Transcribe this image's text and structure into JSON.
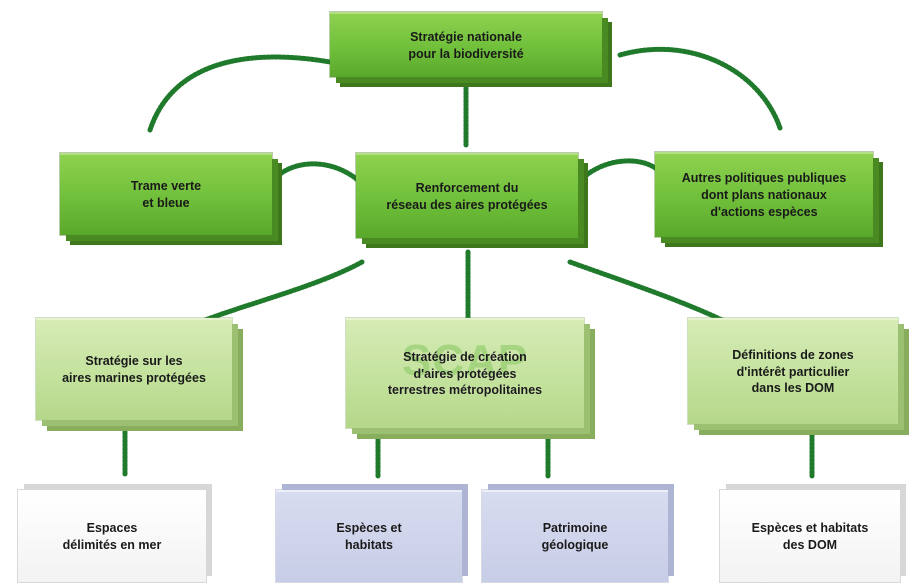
{
  "diagram": {
    "top": {
      "label": "Stratégie nationale\npour la biodiversité"
    },
    "level2": {
      "left": {
        "label": "Trame verte\net bleue"
      },
      "center": {
        "label": "Renforcement du\nréseau des aires protégées"
      },
      "right": {
        "label": "Autres politiques publiques\ndont plans nationaux\nd'actions espèces"
      }
    },
    "level3": {
      "left": {
        "label": "Stratégie sur les\naires marines protégées"
      },
      "center": {
        "watermark": "SCAP",
        "label": "Stratégie de création\nd'aires protégées\nterrestres métropolitaines"
      },
      "right": {
        "label": "Définitions de zones\nd'intérêt particulier\ndans les DOM"
      }
    },
    "level4": {
      "box1": {
        "label": "Espaces\ndélimités en mer"
      },
      "box2": {
        "label": "Espèces et\nhabitats"
      },
      "box3": {
        "label": "Patrimoine\ngéologique"
      },
      "box4": {
        "label": "Espèces et habitats\ndes DOM"
      }
    }
  },
  "colors": {
    "bright_green": "#6fbf3a",
    "pale_green": "#c2e19b",
    "lavender": "#c8cde7",
    "white_gray": "#f3f3f3",
    "connector": "#1f7a2c",
    "accent_orange": "#ef6a1d"
  }
}
